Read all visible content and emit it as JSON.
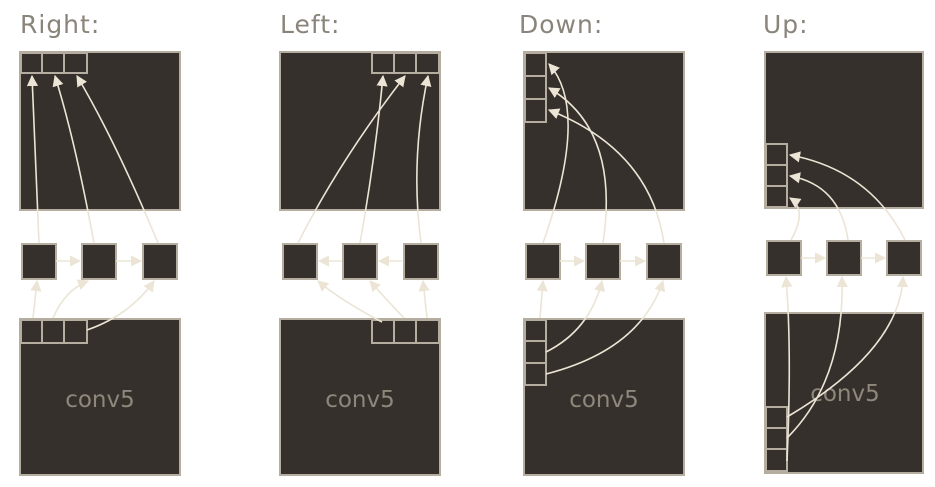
{
  "colors": {
    "block_fill": "#35302b",
    "block_stroke": "#b5aea0",
    "arrow": "#ece5d6",
    "title_text": "#8a847a",
    "conv_text": "#8e877c",
    "background": "#ffffff"
  },
  "panels": [
    {
      "title": "Right:",
      "direction": "right",
      "bottom_label": "conv5"
    },
    {
      "title": "Left:",
      "direction": "left",
      "bottom_label": "conv5"
    },
    {
      "title": "Down:",
      "direction": "down",
      "bottom_label": "conv5"
    },
    {
      "title": "Up:",
      "direction": "up",
      "bottom_label": "conv5"
    }
  ]
}
